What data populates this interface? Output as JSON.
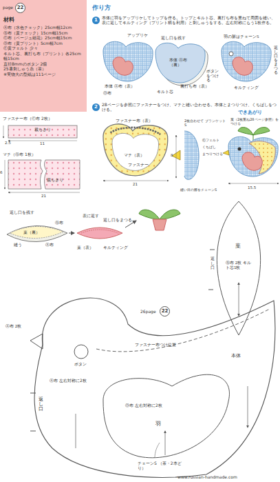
{
  "diagram": {
    "title": "作り方",
    "nodes": [
      {
        "text": [
          "材料",
          "Ⓐ布（水色チェック）25cm幅12cm",
          "Ⓑ布（黄チェック）15cm幅15cm",
          "Ⓒ布（ベージュ細花）25cm幅15cm",
          "Ⓓ布（黄プリント）5cm幅7cm",
          "Ⓔ黄フェルト 少々",
          "キルト芯、裏打ち布（プリント）各25cm幅15cm",
          "直径8mmのボタン 2個",
          "25番刺しゅう糸（茶）",
          "※実物大の型紙は111ページ"
        ]
      },
      {
        "text": [
          "22"
        ]
      },
      {
        "text": [
          "1"
        ]
      },
      {
        "text": [
          "2"
        ]
      },
      {
        "text": [
          "22"
        ]
      }
    ],
    "labels": [
      "page",
      "ファスナー布（Ⓒ布 2枚）",
      "2.5",
      "11",
      "裁ちきり",
      "マチ（Ⓑ布 1枚）",
      "6",
      "21",
      "裁ちきり",
      "本体に羽をアップリケしてトップを作る。トップとキルト芯、裏打ち布を重ねて周囲を縫い、表に返してキルティング（プリント柄を利用）と刺しゅうをする。左右対称にもう1枚作る。",
      "アップリケ",
      "本体 Ⓐ布（表）",
      "Ⓓ布",
      "返し口を残す",
      "本体 Ⓐ布（裏）",
      "キルト芯",
      "裏打ち布（表）",
      "羽の脈はチェーンS",
      "ボタンをつける",
      "返し口をまつる",
      "キルティング",
      "28ページを参照にファスナーをつけ、マチと縫い合わせる。本体とまつりつけ、くちばしをつける。",
      "ファスナー布（表）",
      "マチ（表）",
      "ファスナー",
      "21",
      "2枚合わせて ブランケットS",
      "Ⓔフェルト",
      "くちばし",
      "まつりつける",
      "8",
      "縫い目の際をチェーンS",
      "できあがり",
      "葉（2枚重ね28ページ参照）をつける",
      "15.5",
      "返し口を残す",
      "Ⓑ布",
      "葉（裏）",
      "縫う",
      "Ⓐ布",
      "表に返す",
      "返し口をまつる",
      "葉（表）",
      "キルティング",
      "葉",
      "返し口",
      "Ⓑ布 2枚 キルト芯1枚",
      "26page",
      "Ⓐ布 2枚",
      "ボタン",
      "ファスナー布つけ位置",
      "本体",
      "Ⓐ布 左右対称に2枚",
      "Ⓓ布 左右対称に2枚",
      "羽",
      "返し口",
      "チェーンS （茶・2本どり）",
      "www.russian-handmade.com"
    ]
  }
}
